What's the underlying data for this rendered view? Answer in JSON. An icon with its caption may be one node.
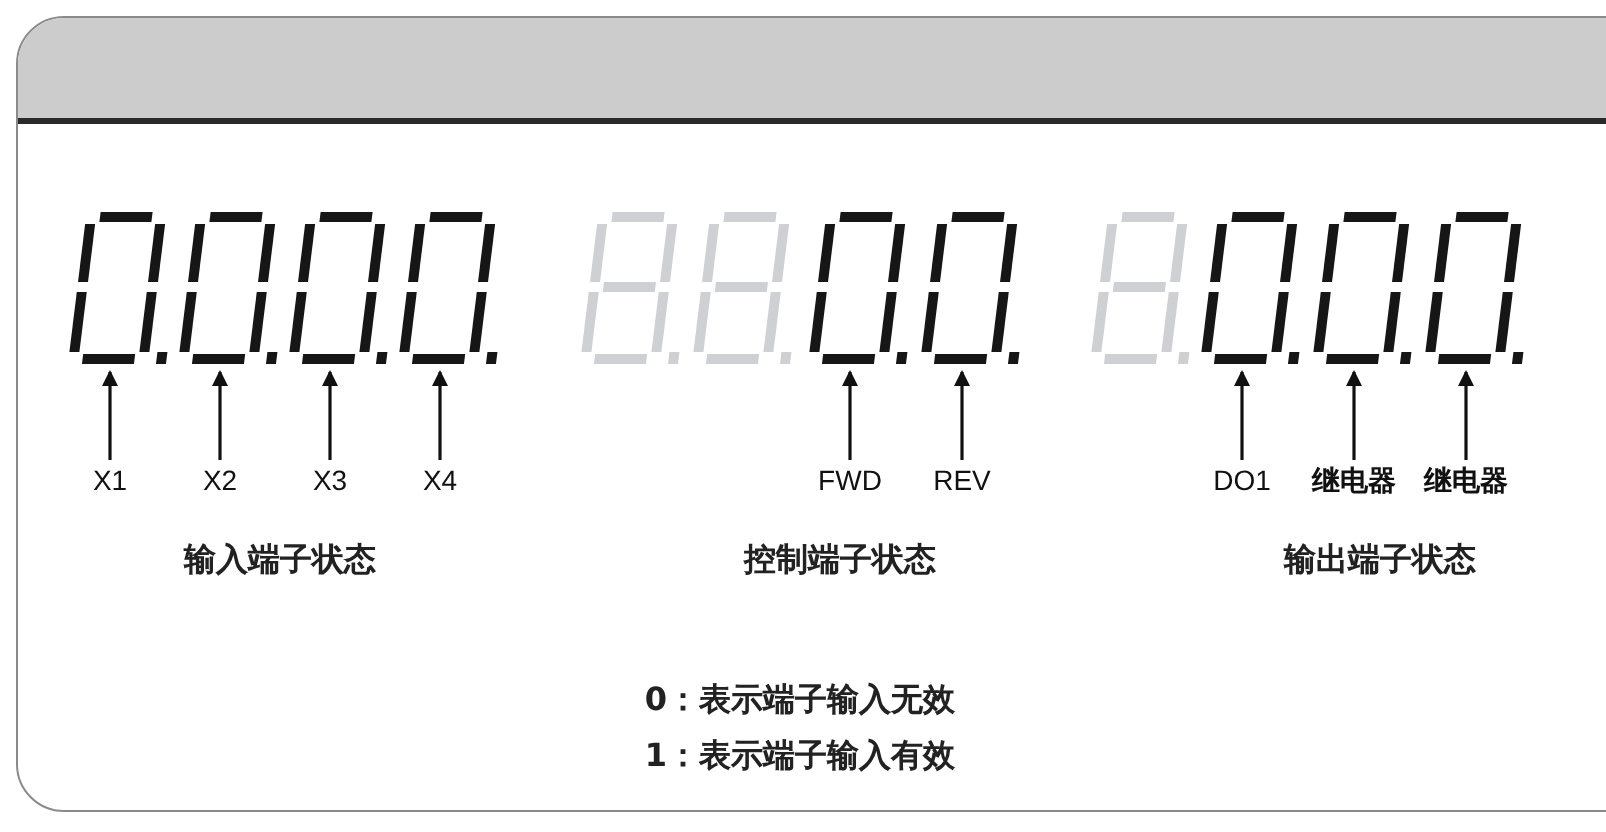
{
  "diagram": {
    "nodes": [
      {
        "text": [],
        "shape": "digit"
      },
      {
        "text": [],
        "shape": "digit"
      },
      {
        "text": [],
        "shape": "digit"
      },
      {
        "text": [],
        "shape": "digit"
      },
      {
        "text": [],
        "shape": "digit"
      },
      {
        "text": [],
        "shape": "digit"
      },
      {
        "text": [],
        "shape": "digit"
      },
      {
        "text": [],
        "shape": "digit"
      },
      {
        "text": [],
        "shape": "digit"
      },
      {
        "text": [
          "X1"
        ]
      },
      {
        "text": [
          "X2"
        ]
      },
      {
        "text": [
          "X3"
        ]
      },
      {
        "text": [
          "X4"
        ]
      },
      {
        "text": [
          "FWD"
        ]
      },
      {
        "text": [
          "REV"
        ]
      },
      {
        "text": [
          "DO1"
        ]
      },
      {
        "text": [
          "继电器"
        ]
      },
      {
        "text": [
          "继电器"
        ]
      }
    ],
    "edges": [
      {
        "from": 9,
        "to": 0,
        "arrow": "to"
      },
      {
        "from": 10,
        "to": 1,
        "arrow": "to"
      },
      {
        "from": 11,
        "to": 2,
        "arrow": "to"
      },
      {
        "from": 12,
        "to": 3,
        "arrow": "to"
      },
      {
        "from": 13,
        "to": 4,
        "arrow": "to"
      },
      {
        "from": 14,
        "to": 5,
        "arrow": "to"
      },
      {
        "from": 15,
        "to": 6,
        "arrow": "to"
      },
      {
        "from": 16,
        "to": 7,
        "arrow": "to"
      },
      {
        "from": 17,
        "to": 8,
        "arrow": "to"
      }
    ],
    "labels": [
      "输入端子状态",
      "控制端子状态",
      "输出端子状态",
      "0：表示端子输入无效",
      "1：表示端子输入有效"
    ]
  }
}
